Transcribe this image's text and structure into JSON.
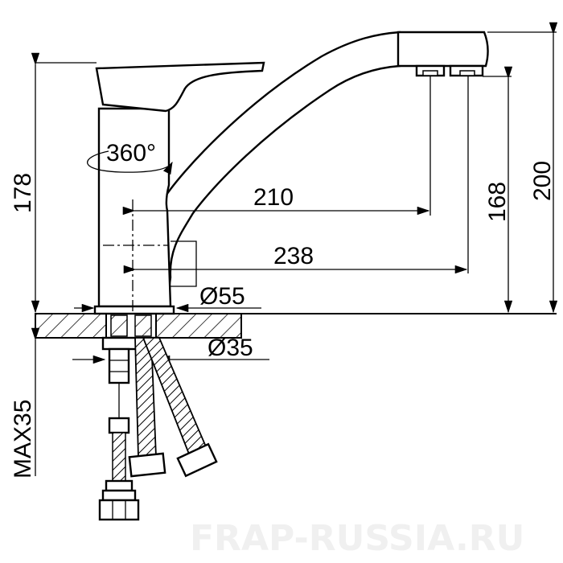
{
  "watermark": "FRAP-RUSSIA.RU",
  "dimensions": {
    "height_total": "178",
    "spout_height": "200",
    "outlet_height": "168",
    "reach_inner": "210",
    "reach_outer": "238",
    "base_diameter": "Ø55",
    "thread_diameter": "Ø35",
    "max_counter": "MAX35",
    "rotation": "360°"
  }
}
